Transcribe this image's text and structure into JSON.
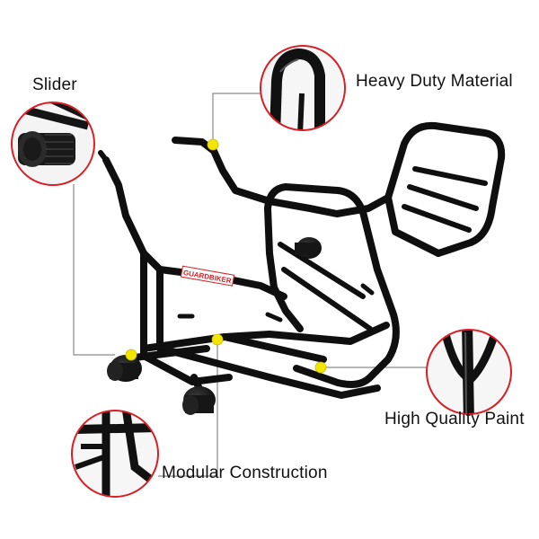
{
  "product": {
    "callouts": {
      "slider": "Slider",
      "heavy_duty": "Heavy Duty Material",
      "paint": "High Quality Paint",
      "modular": "Modular Construction"
    },
    "brand_text": "GUARDBIKER",
    "colors": {
      "frame": "#0f0f10",
      "callout_ring": "#d81f26",
      "leader_line": "#888888",
      "marker_dot": "#f2e600"
    }
  }
}
